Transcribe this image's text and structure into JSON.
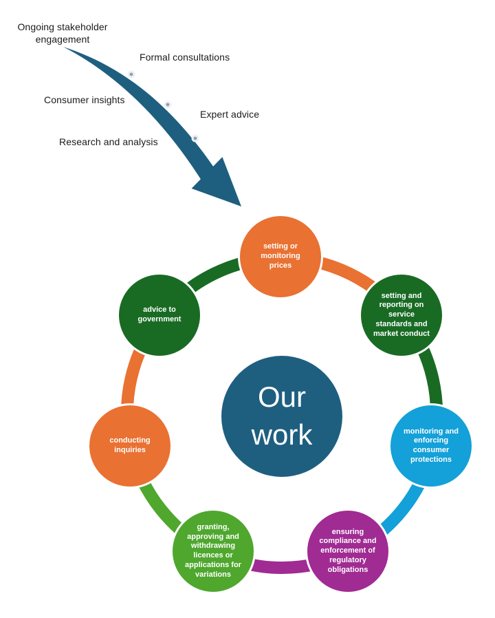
{
  "arrow": {
    "color": "#1e5f80",
    "labels": [
      {
        "text": "Ongoing stakeholder engagement"
      },
      {
        "text": "Formal consultations"
      },
      {
        "text": "Consumer insights"
      },
      {
        "text": "Expert advice"
      },
      {
        "text": "Research and analysis"
      }
    ]
  },
  "cycle": {
    "center": {
      "label": "Our work",
      "color": "#1e5f80"
    },
    "nodes": [
      {
        "label": "setting or monitoring prices",
        "color": "#e97132"
      },
      {
        "label": "setting and reporting on service standards and market conduct",
        "color": "#196b24"
      },
      {
        "label": "monitoring and enforcing consumer protections",
        "color": "#14a0d8"
      },
      {
        "label": "ensuring compliance and enforcement of regulatory obligations",
        "color": "#a02b93"
      },
      {
        "label": "granting, approving and withdrawing licences or applications for variations",
        "color": "#4fa72e"
      },
      {
        "label": "conducting inquiries",
        "color": "#e97132"
      },
      {
        "label": "advice to government",
        "color": "#196b24"
      }
    ]
  }
}
